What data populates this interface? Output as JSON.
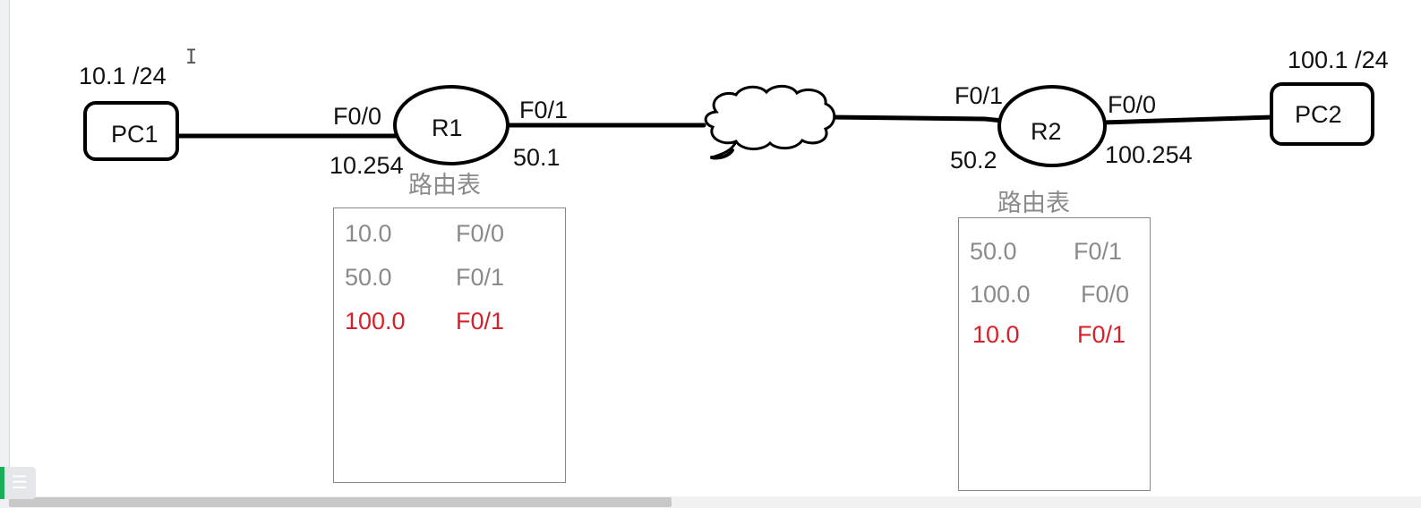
{
  "pc1": {
    "label": "PC1",
    "ip": "10.1 /24"
  },
  "pc2": {
    "label": "PC2",
    "ip": "100.1 /24"
  },
  "r1": {
    "label": "R1",
    "if_left": "F0/0",
    "ip_left": "10.254",
    "if_right": "F0/1",
    "ip_right": "50.1",
    "route_table": {
      "title": "路由表",
      "rows": [
        {
          "network": "10.0",
          "interface": "F0/0",
          "highlight": false
        },
        {
          "network": "50.0",
          "interface": "F0/1",
          "highlight": false
        },
        {
          "network": "100.0",
          "interface": "F0/1",
          "highlight": true
        }
      ]
    }
  },
  "r2": {
    "label": "R2",
    "if_left": "F0/1",
    "ip_left": "50.2",
    "if_right": "F0/0",
    "ip_right": "100.254",
    "route_table": {
      "title": "路由表",
      "rows": [
        {
          "network": "50.0",
          "interface": "F0/1",
          "highlight": false
        },
        {
          "network": "100.0",
          "interface": "F0/0",
          "highlight": false
        },
        {
          "network": "10.0",
          "interface": "F0/1",
          "highlight": true
        }
      ]
    }
  },
  "colors": {
    "static_text": "#8a8a8a",
    "added_route": "#d8202a",
    "outline_accent": "#1aad5a"
  },
  "icons": {
    "cloud": "cloud-icon",
    "outline": "outline-list-icon",
    "cursor": "text-cursor-icon"
  }
}
